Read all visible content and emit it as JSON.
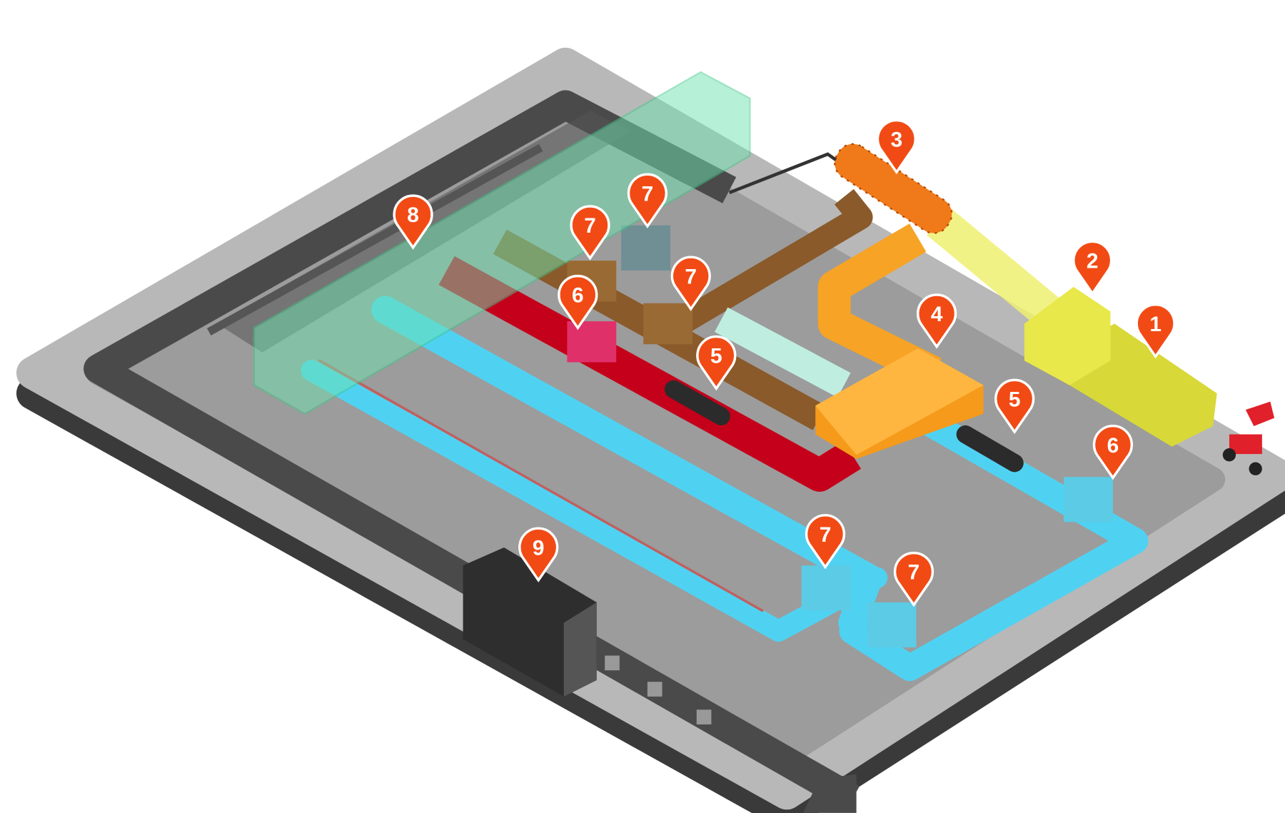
{
  "diagram": {
    "colors": {
      "platform_top": "#9c9c9c",
      "platform_rim": "#b8b8b8",
      "platform_shadow": "#3a3a3a",
      "road": "#4a4a4a",
      "blue_conveyor": "#4fd2f2",
      "red_conveyor": "#c4001a",
      "brown_conveyor": "#8a5a2b",
      "orange_conveyor": "#f7a325",
      "yellow_unit": "#e8e84a",
      "glass_enclosure": "#6fe3b0",
      "marker": "#f24a14"
    },
    "markers": [
      {
        "label": "1"
      },
      {
        "label": "2"
      },
      {
        "label": "3"
      },
      {
        "label": "4"
      },
      {
        "label": "5"
      },
      {
        "label": "5"
      },
      {
        "label": "6"
      },
      {
        "label": "6"
      },
      {
        "label": "7"
      },
      {
        "label": "7"
      },
      {
        "label": "7"
      },
      {
        "label": "7"
      },
      {
        "label": "7"
      },
      {
        "label": "8"
      },
      {
        "label": "9"
      }
    ]
  }
}
